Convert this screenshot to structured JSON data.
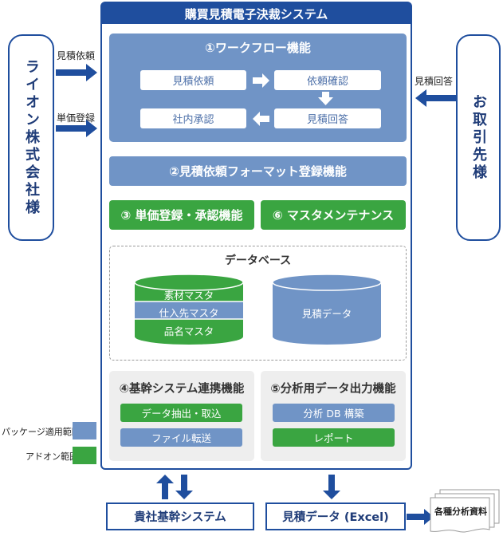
{
  "system": {
    "title": "購買見積電子決裁システム",
    "workflow": {
      "title": "①ワークフロー機能",
      "steps": [
        "見積依頼",
        "依頼確認",
        "見積回答",
        "社内承認"
      ]
    },
    "format_function": "②見積依頼フォーマット登録機能",
    "unit_price_function": "③ 単価登録・承認機能",
    "master_maintenance": "⑥ マスタメンテナンス",
    "database": {
      "title": "データベース",
      "masters": [
        "素材マスタ",
        "仕入先マスタ",
        "品名マスタ"
      ],
      "estimate_data": "見積データ"
    },
    "core_link": {
      "title": "④基幹システム連携機能",
      "items": [
        "データ抽出・取込",
        "ファイル転送"
      ]
    },
    "analysis": {
      "title": "⑤分析用データ出力機能",
      "items": [
        "分析 DB 構築",
        "レポート"
      ]
    }
  },
  "left_party": {
    "name": "ライオン株式会社様",
    "arrows": [
      "見積依頼",
      "単価登録"
    ]
  },
  "right_party": {
    "name": "お取引先様",
    "arrow": "見積回答"
  },
  "legend": {
    "package": "パッケージ適用範囲",
    "addon": "アドオン範囲",
    "package_color": "#7094c6",
    "addon_color": "#3aa541"
  },
  "bottom": {
    "core_system": "貴社基幹システム",
    "estimate_excel": "見積データ (Excel)",
    "analysis_docs": "各種分析資料"
  },
  "colors": {
    "navy": "#1f4e9e",
    "package_blue": "#7094c6",
    "addon_green": "#3aa541"
  }
}
